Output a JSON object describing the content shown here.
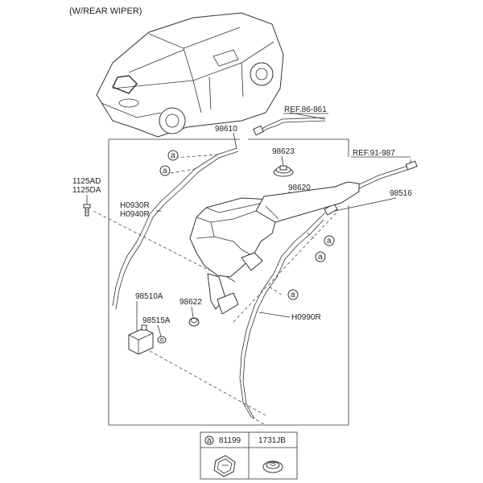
{
  "header": {
    "title": "(W/REAR WIPER)"
  },
  "refs": {
    "ref_front": "REF.86-861",
    "ref_rear": "REF.91-987"
  },
  "parts": {
    "p98610": "98610",
    "p98623": "98623",
    "p98620": "98620",
    "p98516": "98516",
    "p1125ad": "1125AD",
    "p1125da": "1125DA",
    "h0930r": "H0930R",
    "h0940r": "H0940R",
    "p98510a": "98510A",
    "p98515a": "98515A",
    "p98622": "98622",
    "h0990r": "H0990R"
  },
  "callout": "a",
  "legend": {
    "col1_key": "a",
    "col1_part": "81199",
    "col2_part": "1731JB"
  },
  "colors": {
    "line": "#333333",
    "background": "#ffffff"
  }
}
